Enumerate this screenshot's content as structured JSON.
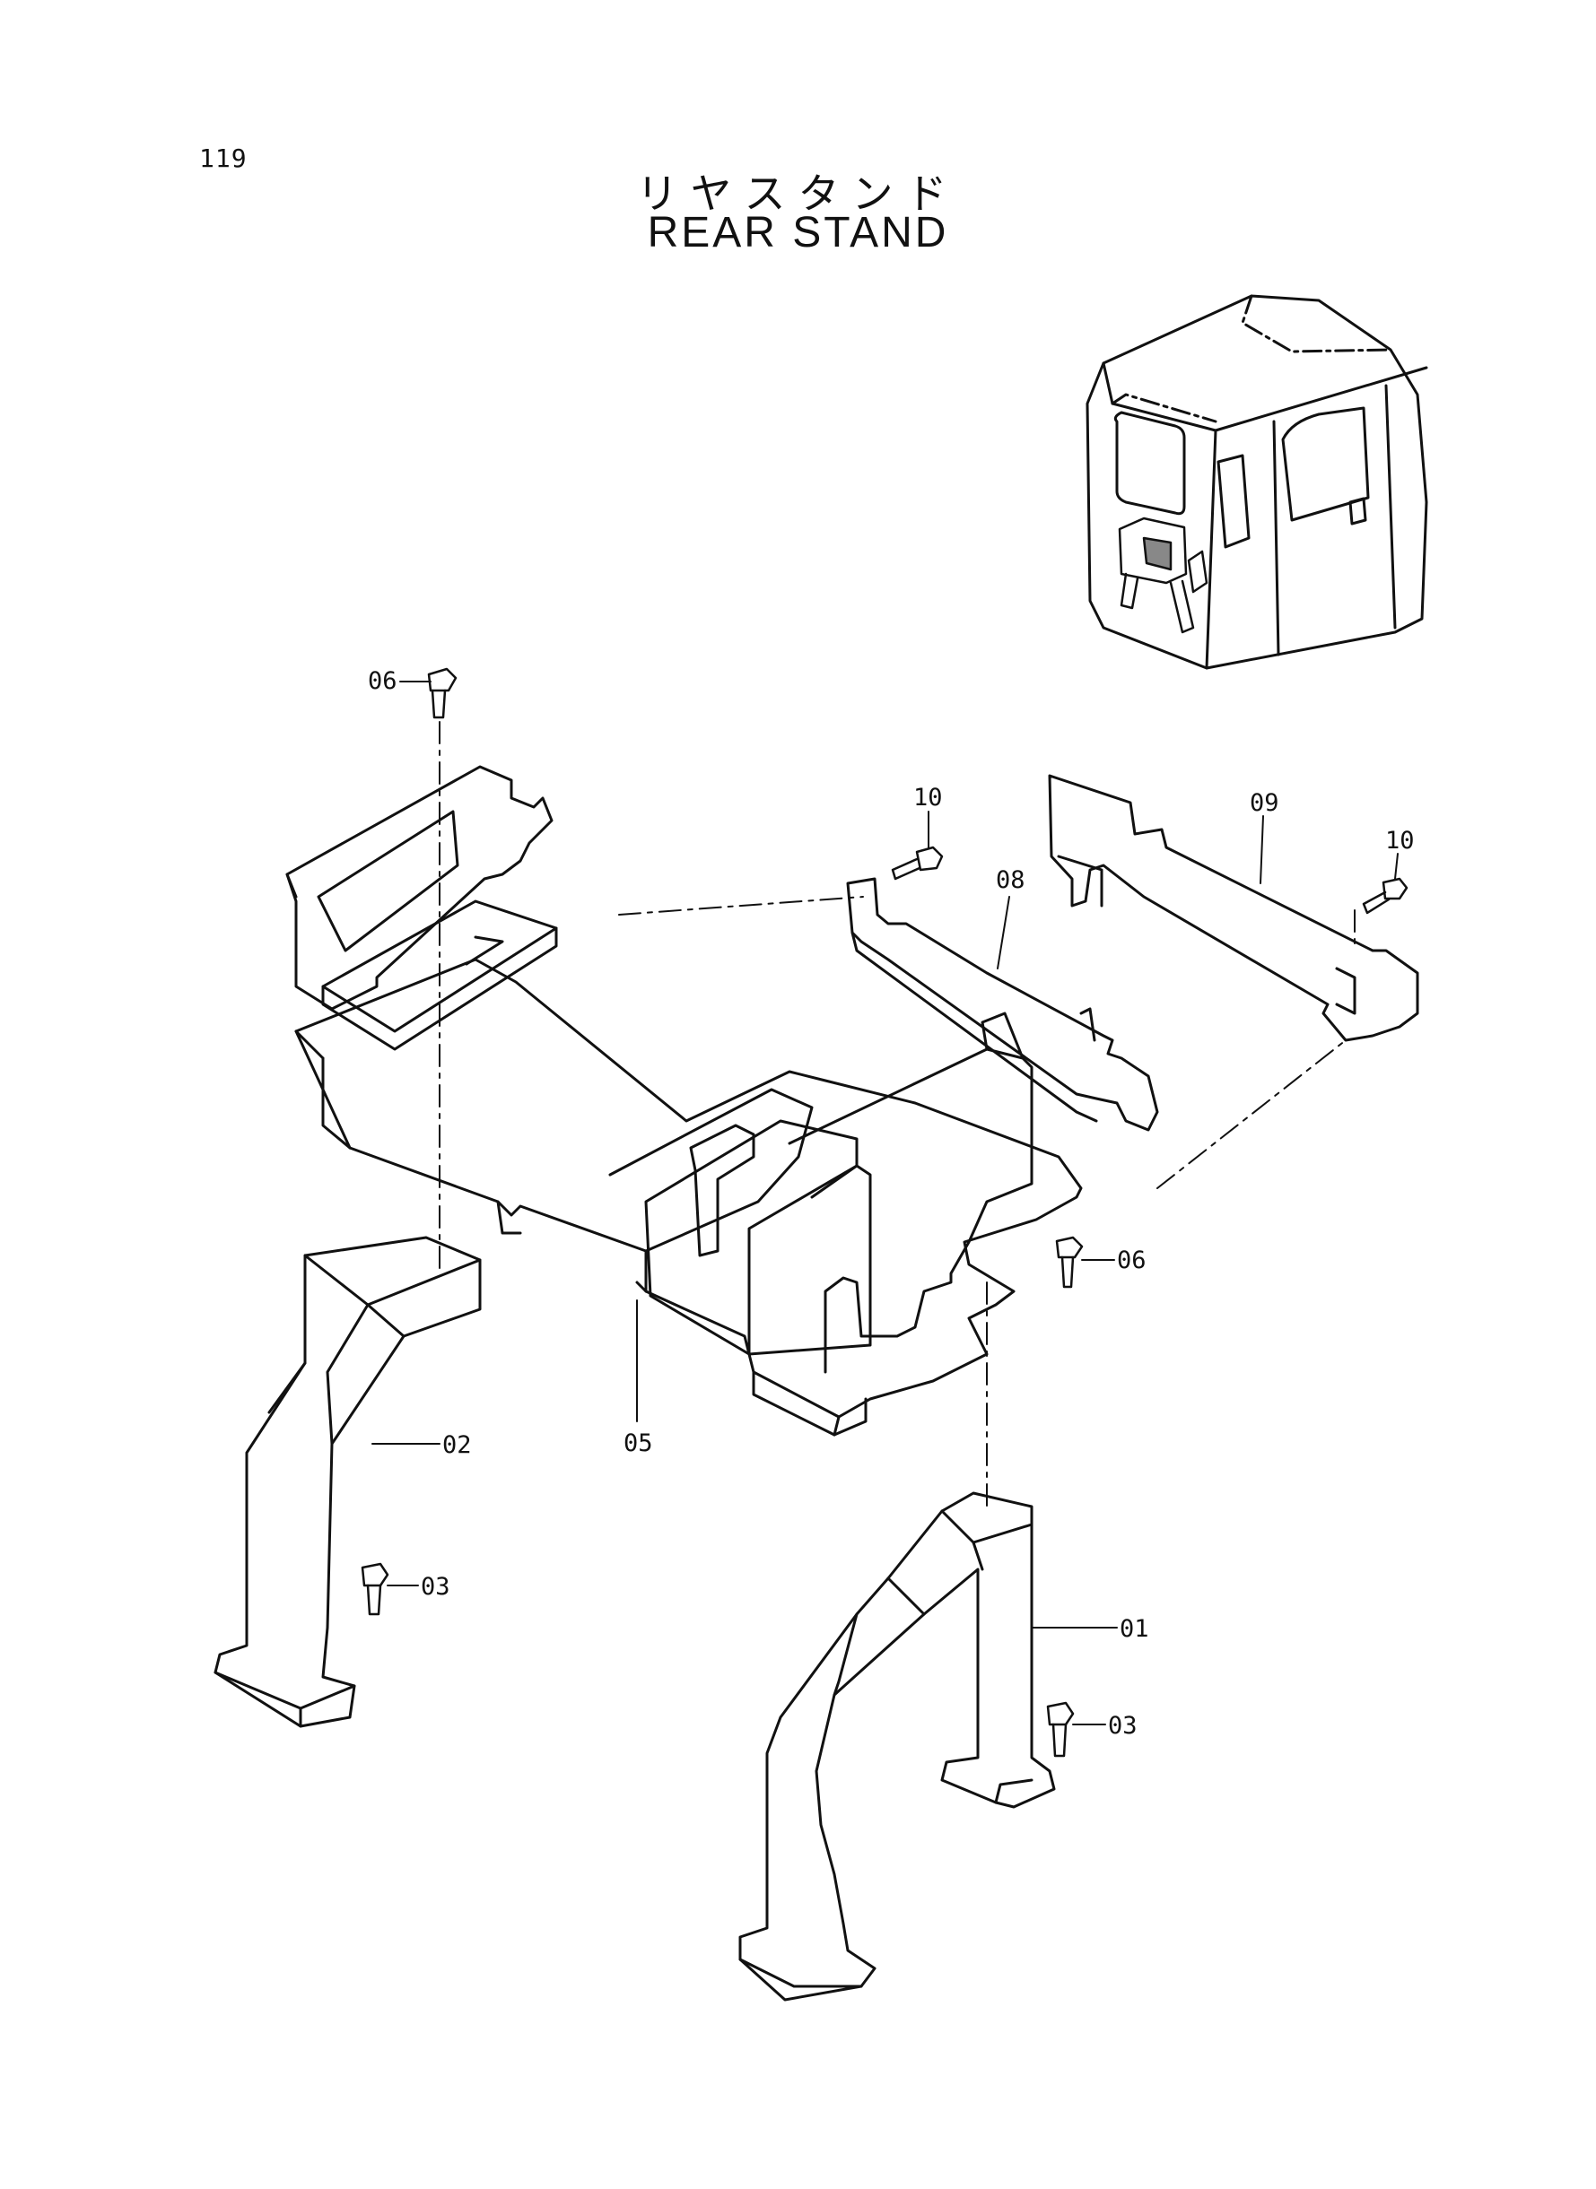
{
  "page": {
    "number": "119"
  },
  "title": {
    "japanese": "リヤスタンド",
    "english": "REAR  STAND"
  },
  "callouts": [
    {
      "id": "callout-06-top",
      "text": "06"
    },
    {
      "id": "callout-10-left",
      "text": "10"
    },
    {
      "id": "callout-08",
      "text": "08"
    },
    {
      "id": "callout-09",
      "text": "09"
    },
    {
      "id": "callout-10-right",
      "text": "10"
    },
    {
      "id": "callout-06-right",
      "text": "06"
    },
    {
      "id": "callout-02",
      "text": "02"
    },
    {
      "id": "callout-05",
      "text": "05"
    },
    {
      "id": "callout-03-left",
      "text": "03"
    },
    {
      "id": "callout-01",
      "text": "01"
    },
    {
      "id": "callout-03-right",
      "text": "03"
    }
  ]
}
